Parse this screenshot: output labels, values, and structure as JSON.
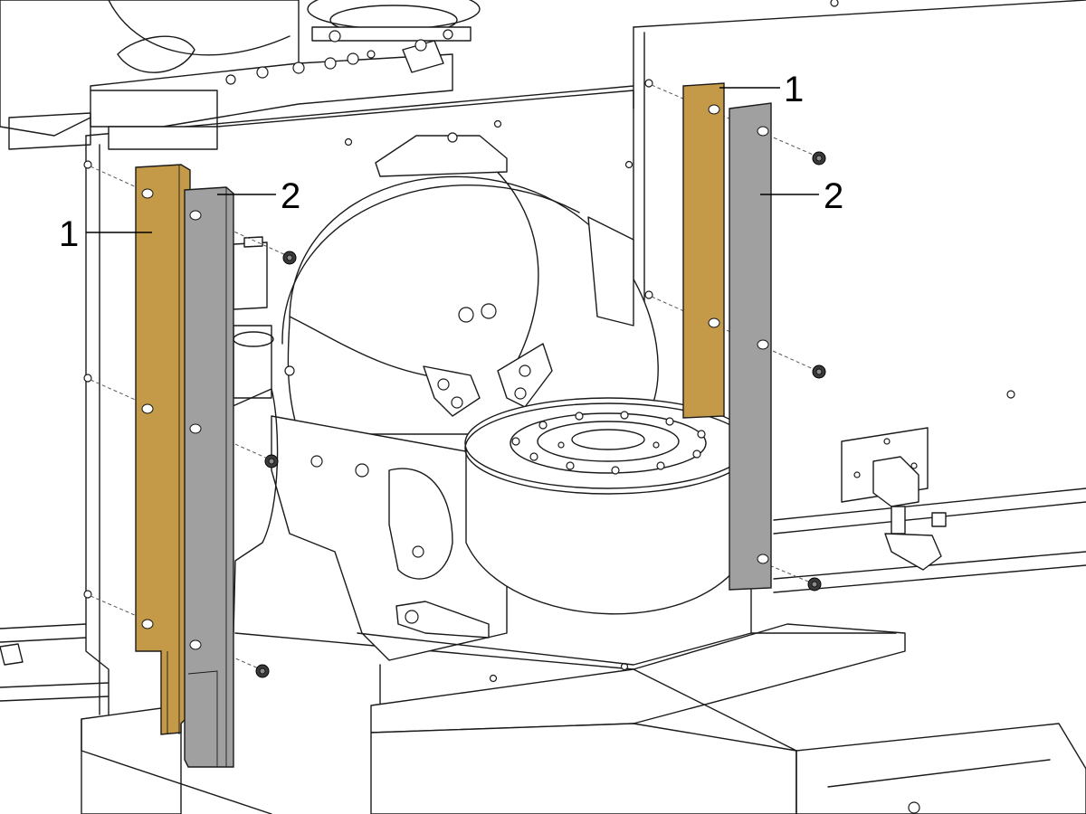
{
  "callouts": {
    "left_1": "1",
    "left_2": "2",
    "right_1": "1",
    "right_2": "2"
  },
  "colors": {
    "part_1_fill": "#c49a48",
    "part_2_fill": "#a0a0a0",
    "line": "#1a1a1a",
    "background": "#ffffff"
  },
  "icons": {
    "mounting_screw": "screw-icon"
  }
}
